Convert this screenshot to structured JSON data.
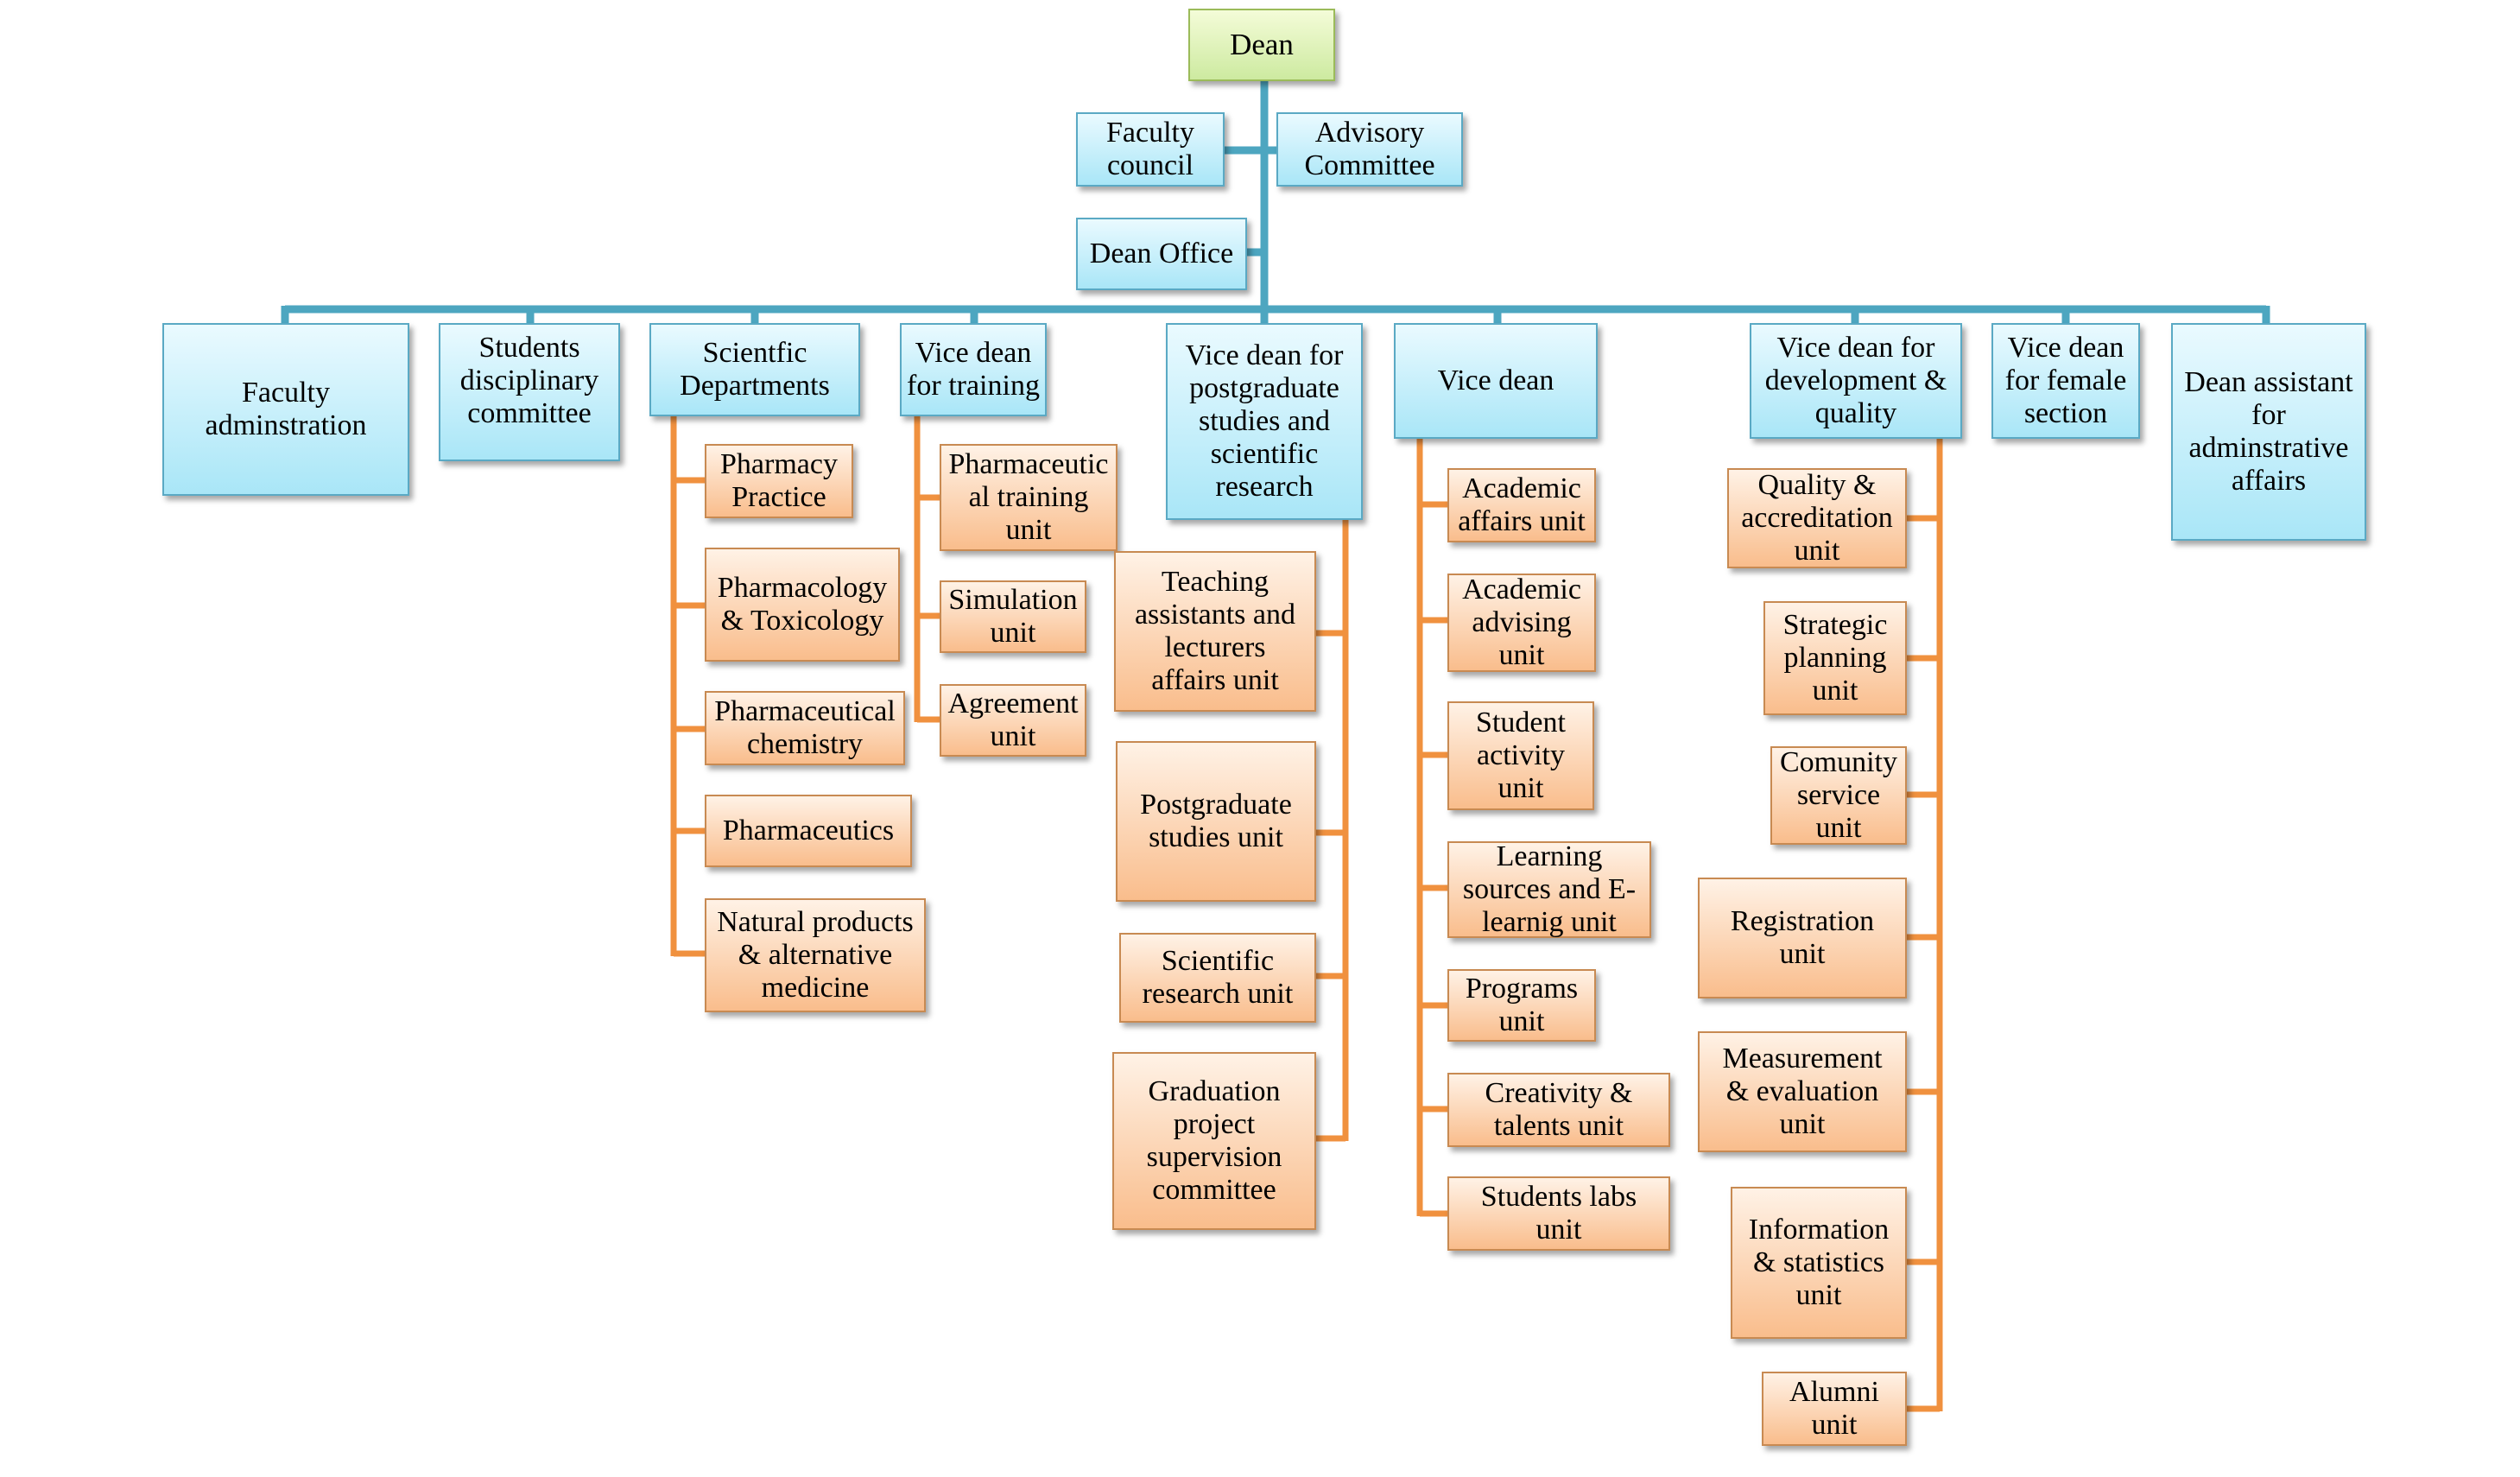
{
  "colors": {
    "blue_line": "#4da6c0",
    "orange_line": "#f0913f",
    "blue_fill": "#a9e6f7",
    "orange_fill": "#f9bd8c",
    "root_fill": "#cdeaa0"
  },
  "org": {
    "dean": "Dean",
    "faculty_council": "Faculty\ncouncil",
    "advisory_committee": "Advisory\nCommittee",
    "dean_office": "Dean Office",
    "faculty_adminstration": "Faculty\nadminstration",
    "students_disciplinary": "Students\ndisciplinary\ncommittee",
    "scientific_departments": {
      "label": "Scientfic\nDepartments",
      "children": [
        "Pharmacy\nPractice",
        "Pharmacology\n& Toxicology",
        "Pharmaceutical\nchemistry",
        "Pharmaceutics",
        "Natural products\n& alternative\nmedicine"
      ]
    },
    "vd_training": {
      "label": "Vice dean\nfor training",
      "children": [
        "Pharmaceutic\nal training\nunit",
        "Simulation\nunit",
        "Agreement\nunit"
      ]
    },
    "vd_postgraduate": {
      "label": "Vice dean for\npostgraduate\nstudies and\nscientific\nresearch",
      "children": [
        "Teaching\nassistants  and\nlecturers\naffairs unit",
        "Postgraduate\nstudies unit",
        "Scientific\nresearch unit",
        "Graduation\nproject\nsupervision\ncommittee"
      ]
    },
    "vice_dean": {
      "label": "Vice dean",
      "children": [
        "Academic\naffairs unit",
        "Academic\nadvising\nunit",
        "Student\nactivity\nunit",
        "Learning\nsources and E-\nlearnig unit",
        "Programs\nunit",
        "Creativity &\ntalents unit",
        "Students labs\nunit"
      ]
    },
    "vd_development": {
      "label": "Vice dean for\ndevelopment &\nquality",
      "children": [
        "Quality &\naccreditation\nunit",
        "Strategic\nplanning\nunit",
        "Comunity\nservice\nunit",
        "Registration\nunit",
        "Measurement\n& evaluation\nunit",
        "Information\n& statistics\nunit",
        "Alumni\nunit"
      ]
    },
    "vd_female": "Vice dean\nfor female\nsection",
    "dean_assistant": "Dean assistant\nfor\nadminstrative\naffairs"
  }
}
